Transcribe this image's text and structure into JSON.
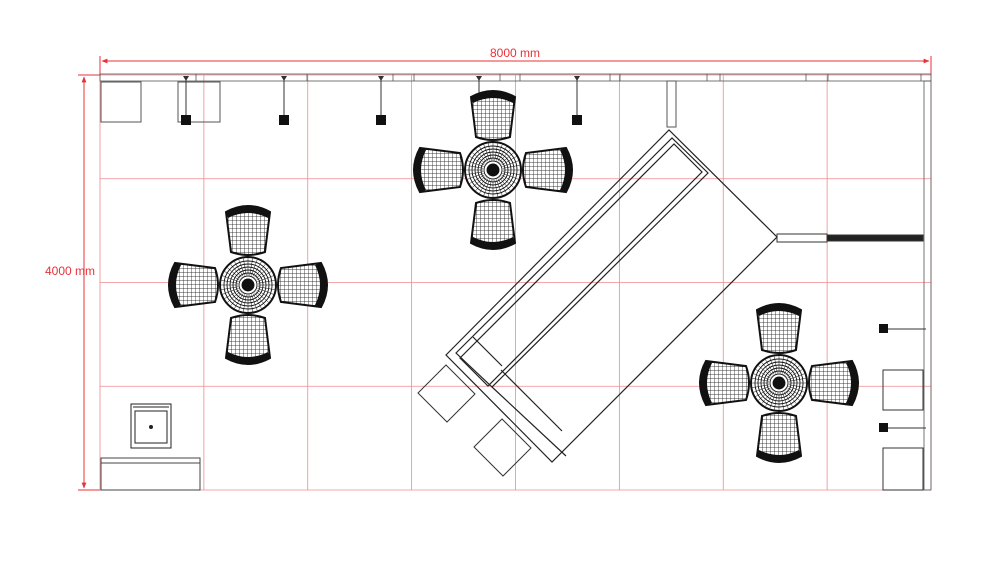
{
  "plan": {
    "title": "",
    "width_label": "8000 mm",
    "height_label": "4000 mm",
    "width_mm": 8000,
    "height_mm": 4000,
    "grid_step_mm": 1000
  },
  "colors": {
    "dimension": "#e8313a",
    "grid": "#f08a8f",
    "furniture": "#111111",
    "background": "#ffffff"
  },
  "furniture": {
    "table_groups": [
      "table-group-left",
      "table-group-top-center",
      "table-group-right"
    ],
    "items": [
      "counter",
      "display-stand",
      "shelf-unit",
      "wall-lights",
      "stools",
      "screens"
    ]
  }
}
